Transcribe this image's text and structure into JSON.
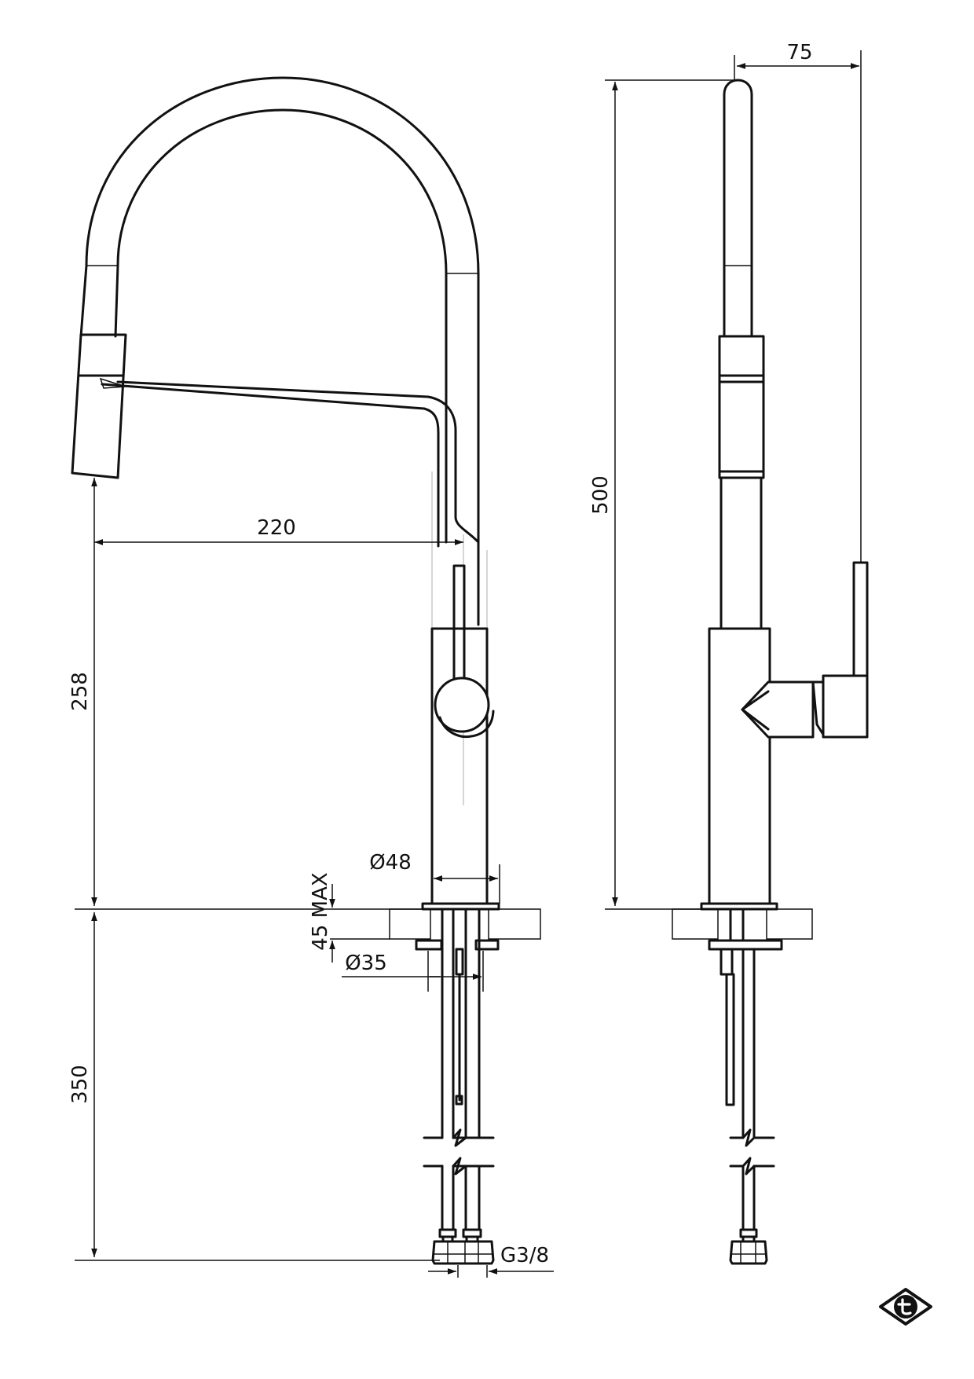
{
  "dimensions": {
    "spout_reach": "220",
    "spout_height": "258",
    "total_height": "500",
    "lever_depth": "75",
    "body_diameter": "Ø48",
    "mounting_thickness": "45 MAX",
    "hole_diameter": "Ø35",
    "hose_length": "350",
    "connection_thread": "G3/8"
  },
  "colors": {
    "line": "#111111",
    "background": "#ffffff"
  },
  "logo_icon": "brand-t-logo-icon"
}
